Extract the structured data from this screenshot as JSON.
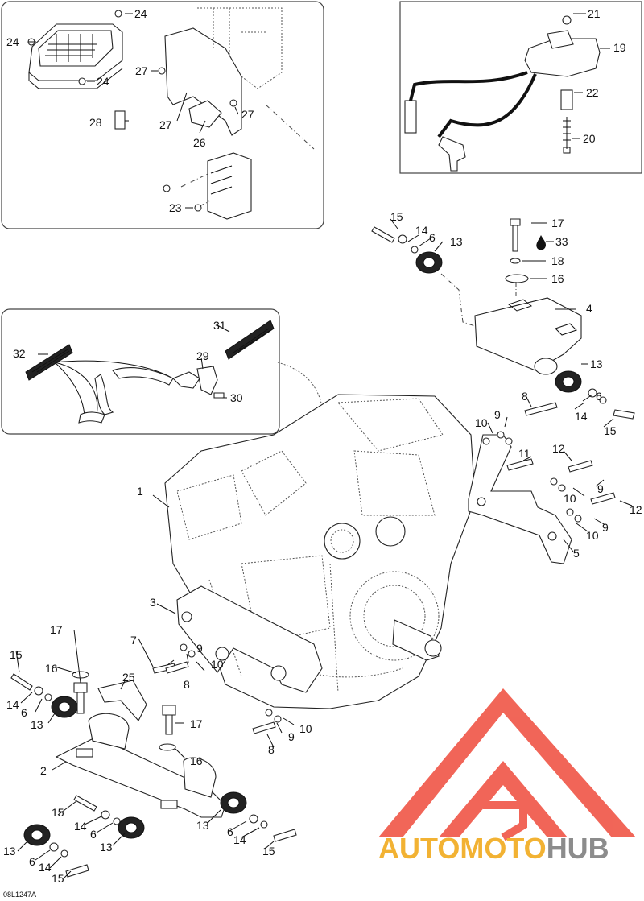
{
  "drawing_code": "08L1247A",
  "watermark": {
    "part1": "AUTO",
    "part2": "MOTO",
    "part3": "HUB",
    "color_orange": "#f2b233",
    "color_grey": "#8c8c8c",
    "triangle_color": "#ef4b3b"
  },
  "callouts": {
    "c1": "1",
    "c2": "2",
    "c3": "3",
    "c4": "4",
    "c5": "5",
    "c6a": "6",
    "c6b": "6",
    "c6c": "6",
    "c6d": "6",
    "c6e": "6",
    "c6f": "6",
    "c7": "7",
    "c8a": "8",
    "c8b": "8",
    "c8c": "8",
    "c9a": "9",
    "c9b": "9",
    "c9c": "9",
    "c9d": "9",
    "c9e": "9",
    "c10a": "10",
    "c10b": "10",
    "c10c": "10",
    "c10d": "10",
    "c10e": "10",
    "c11": "11",
    "c12a": "12",
    "c12b": "12",
    "c13a": "13",
    "c13b": "13",
    "c13c": "13",
    "c13d": "13",
    "c13e": "13",
    "c13f": "13",
    "c14a": "14",
    "c14b": "14",
    "c14c": "14",
    "c14d": "14",
    "c14e": "14",
    "c14f": "14",
    "c15a": "15",
    "c15b": "15",
    "c15c": "15",
    "c15d": "15",
    "c15e": "15",
    "c15f": "15",
    "c16a": "16",
    "c16b": "16",
    "c16c": "16",
    "c17a": "17",
    "c17b": "17",
    "c17c": "17",
    "c18": "18",
    "c19": "19",
    "c20": "20",
    "c21": "21",
    "c22": "22",
    "c23": "23",
    "c24a": "24",
    "c24b": "24",
    "c24c": "24",
    "c25": "25",
    "c26": "26",
    "c27a": "27",
    "c27b": "27",
    "c27c": "27",
    "c28": "28",
    "c29": "29",
    "c30": "30",
    "c31": "31",
    "c32": "32",
    "c33": "33"
  }
}
